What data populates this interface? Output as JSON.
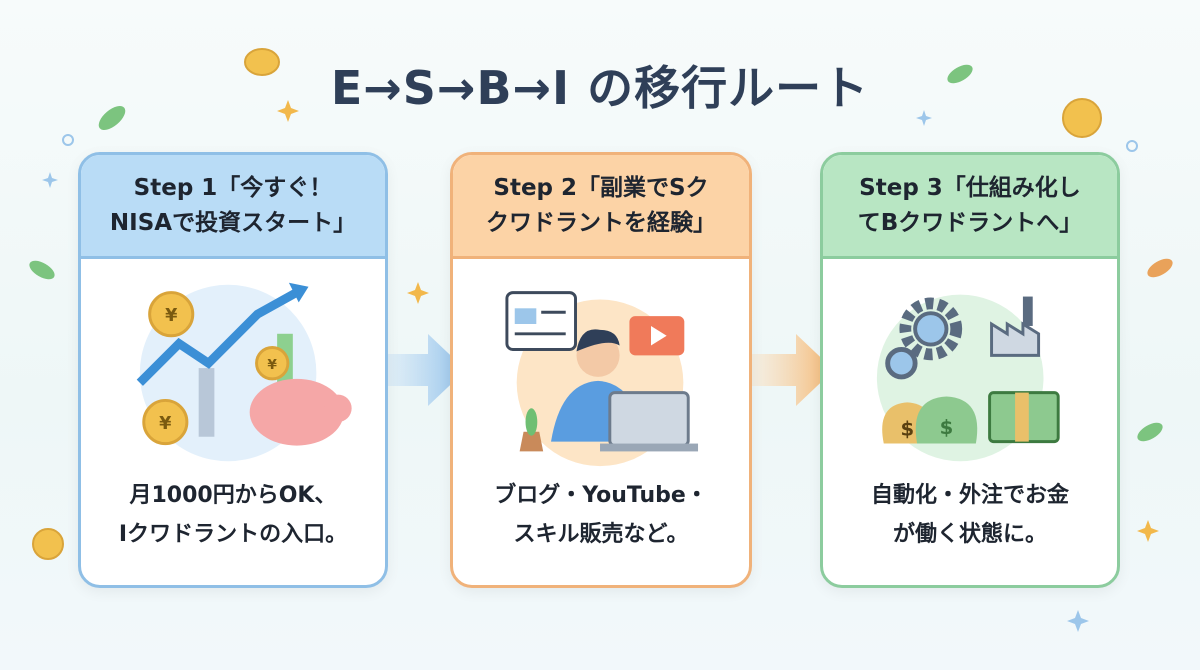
{
  "title": "E→S→B→I の移行ルート",
  "steps": [
    {
      "header_line1": "Step 1「今すぐ！",
      "header_line2": "NISAで投資スタート」",
      "desc_line1": "月1000円からOK、",
      "desc_line2": "Iクワドラントの入口。",
      "accent": "#8fbfe6"
    },
    {
      "header_line1": "Step 2「副業でSク",
      "header_line2": "クワドラントを経験」",
      "desc_line1": "ブログ・YouTube・",
      "desc_line2": "スキル販売など。",
      "accent": "#f0b27a"
    },
    {
      "header_line1": "Step 3「仕組み化し",
      "header_line2": "てBクワドラントへ」",
      "desc_line1": "自動化・外注でお金",
      "desc_line2": "が働く状態に。",
      "accent": "#8ccc9e"
    }
  ],
  "icons": {
    "step1": "yen-coin-chart-piggy-bank",
    "step2": "person-laptop-video",
    "step3": "gears-factory-money"
  },
  "coin_symbols": {
    "yen": "¥",
    "dollar": "$"
  }
}
